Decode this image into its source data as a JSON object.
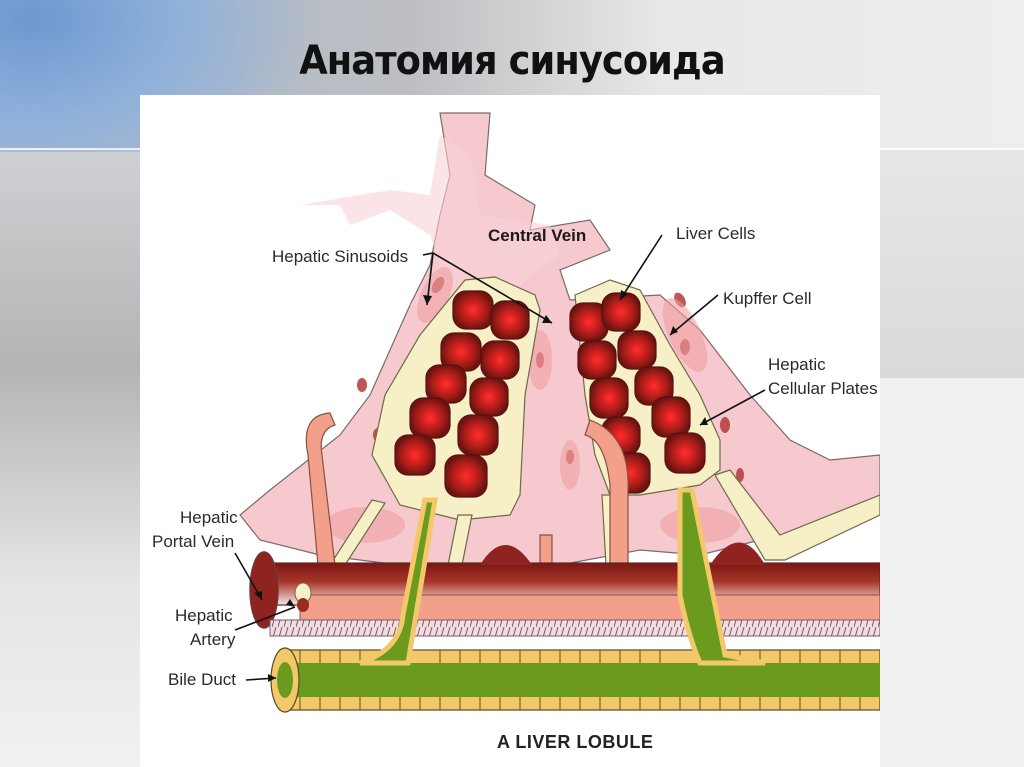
{
  "slide": {
    "title": "Анатомия синусоида"
  },
  "figure": {
    "caption": "A LIVER LOBULE",
    "labels": {
      "central_vein": "Central Vein",
      "hepatic_sinusoids": "Hepatic Sinusoids",
      "liver_cells": "Liver Cells",
      "kupffer_cell": "Kupffer Cell",
      "hepatic_cellular_plates_1": "Hepatic",
      "hepatic_cellular_plates_2": "Cellular Plates",
      "hepatic_portal_vein_1": "Hepatic",
      "hepatic_portal_vein_2": "Portal Vein",
      "hepatic_artery_1": "Hepatic",
      "hepatic_artery_2": "Artery",
      "bile_duct": "Bile Duct"
    },
    "colors": {
      "sinusoid_pink": "#f6c9cf",
      "plate_cream": "#f7efc6",
      "cell_dark_red": "#8e1a1a",
      "cell_nucleus": "#ff2a2a",
      "portal_vein": "#9c2a22",
      "artery": "#f0a08c",
      "bile_green": "#6a9a1e",
      "bile_wall": "#f2c86a"
    }
  }
}
